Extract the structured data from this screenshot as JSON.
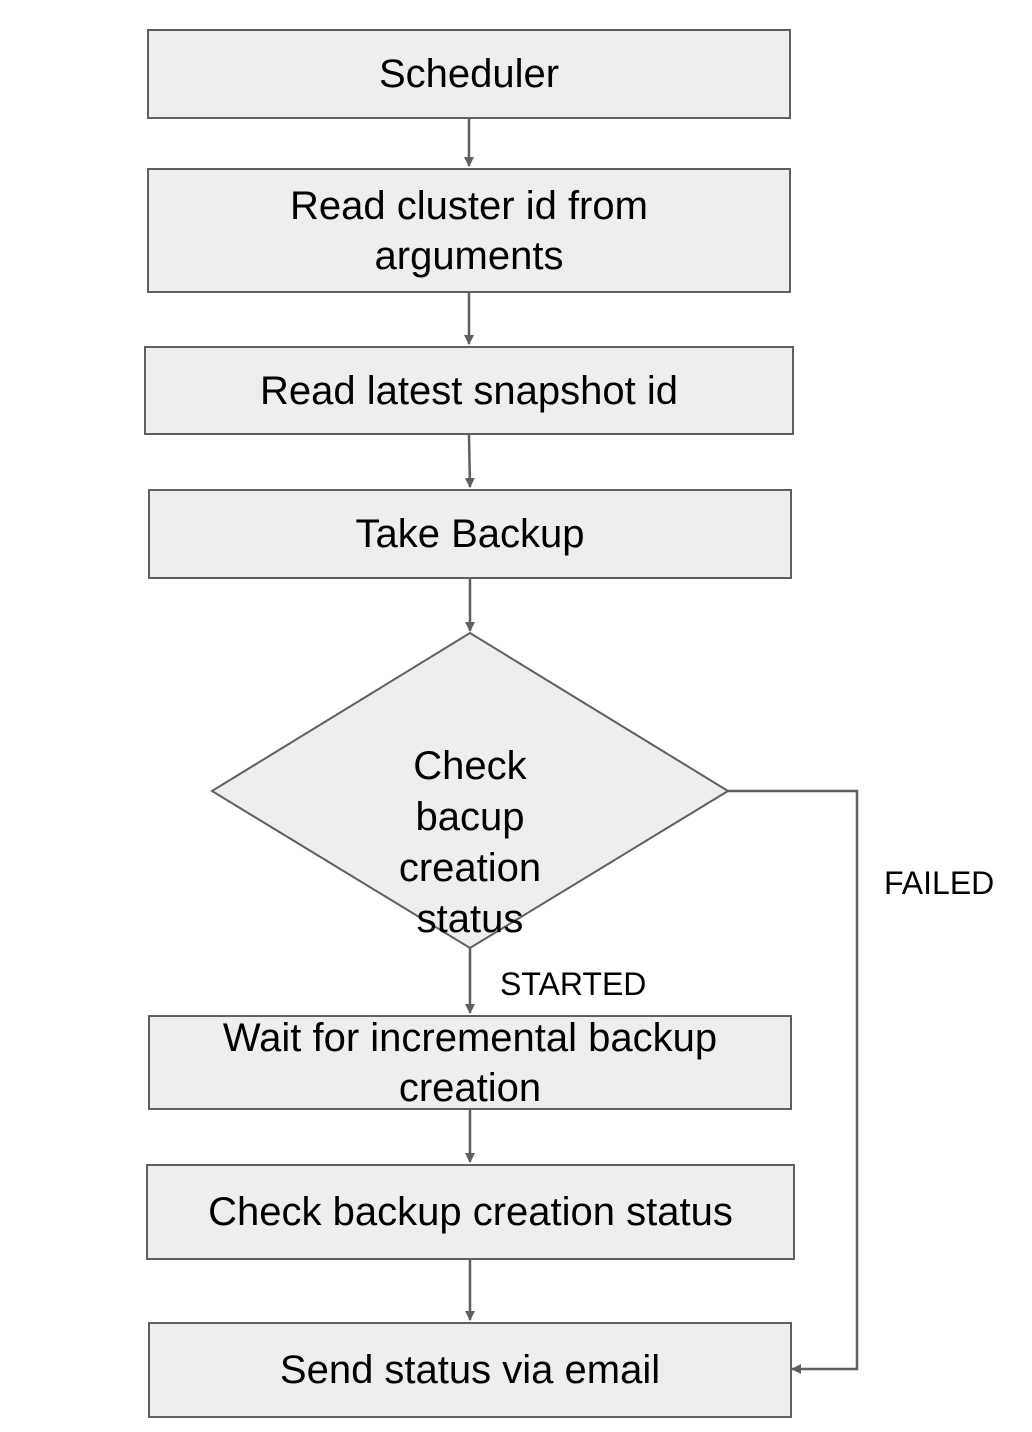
{
  "diagram": {
    "nodes": {
      "scheduler": "Scheduler",
      "read_cluster": "Read cluster id from arguments",
      "read_snapshot": "Read latest snapshot id",
      "take_backup": "Take Backup",
      "check_decision": "Check bacup creation status",
      "wait": "Wait for incremental backup creation",
      "check_status": "Check backup creation status",
      "send_email": "Send status via email"
    },
    "edges": {
      "started": "STARTED",
      "failed": "FAILED"
    },
    "colors": {
      "box_fill": "#eeeeee",
      "stroke": "#5f5f5f",
      "text": "#000000"
    }
  }
}
